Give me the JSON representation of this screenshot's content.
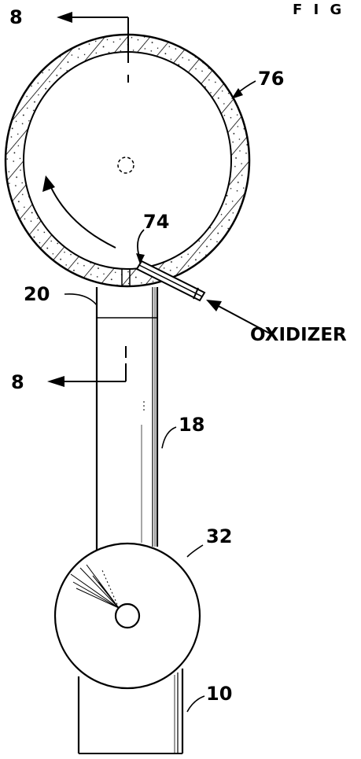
{
  "figure": {
    "header_fragment": "F I G",
    "labels": {
      "section_top": "8",
      "section_bottom": "8",
      "ring": "76",
      "nozzle": "74",
      "duct_top": "20",
      "duct": "18",
      "fan": "32",
      "inlet": "10",
      "oxidizer": "OXIDIZER"
    }
  },
  "colors": {
    "ink": "#000000",
    "paper": "#ffffff"
  }
}
